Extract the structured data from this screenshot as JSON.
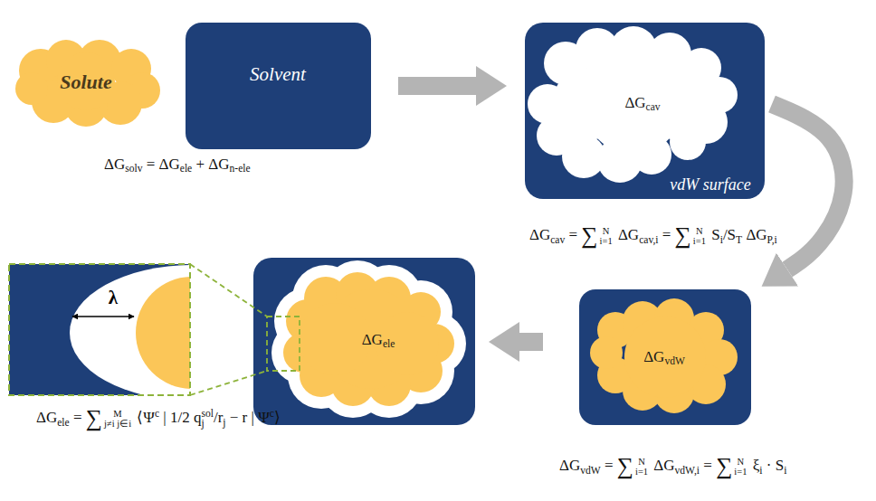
{
  "diagram": {
    "nodes": [
      {
        "text": [
          "Solute"
        ]
      },
      {
        "text": [
          "Solvent"
        ]
      },
      {
        "text": [
          "ΔGcav",
          "vdW surface"
        ]
      },
      {
        "text": [
          "ΔGvdW"
        ]
      },
      {
        "text": [
          "ΔGele"
        ]
      }
    ],
    "edges": [
      {
        "from": 1,
        "to": 2,
        "arrow": "to"
      },
      {
        "from": 2,
        "to": 3,
        "arrow": "to"
      },
      {
        "from": 3,
        "to": 4,
        "arrow": "to"
      }
    ],
    "labels": [
      "ΔGsolv = ΔGele + ΔGn-ele",
      "ΔGcav = ∑i=1N ΔGcav,i = ∑i=1N Si/ST ΔGP,i",
      "λ",
      "ΔGele = ∑j≠i j∈iM ⟨Ψc | 1/2 qjsol/rj − r | Ψc⟩",
      "ΔGvdW = ∑i=1N ΔGvdW,i = ∑i=1N ξi · Si"
    ]
  }
}
